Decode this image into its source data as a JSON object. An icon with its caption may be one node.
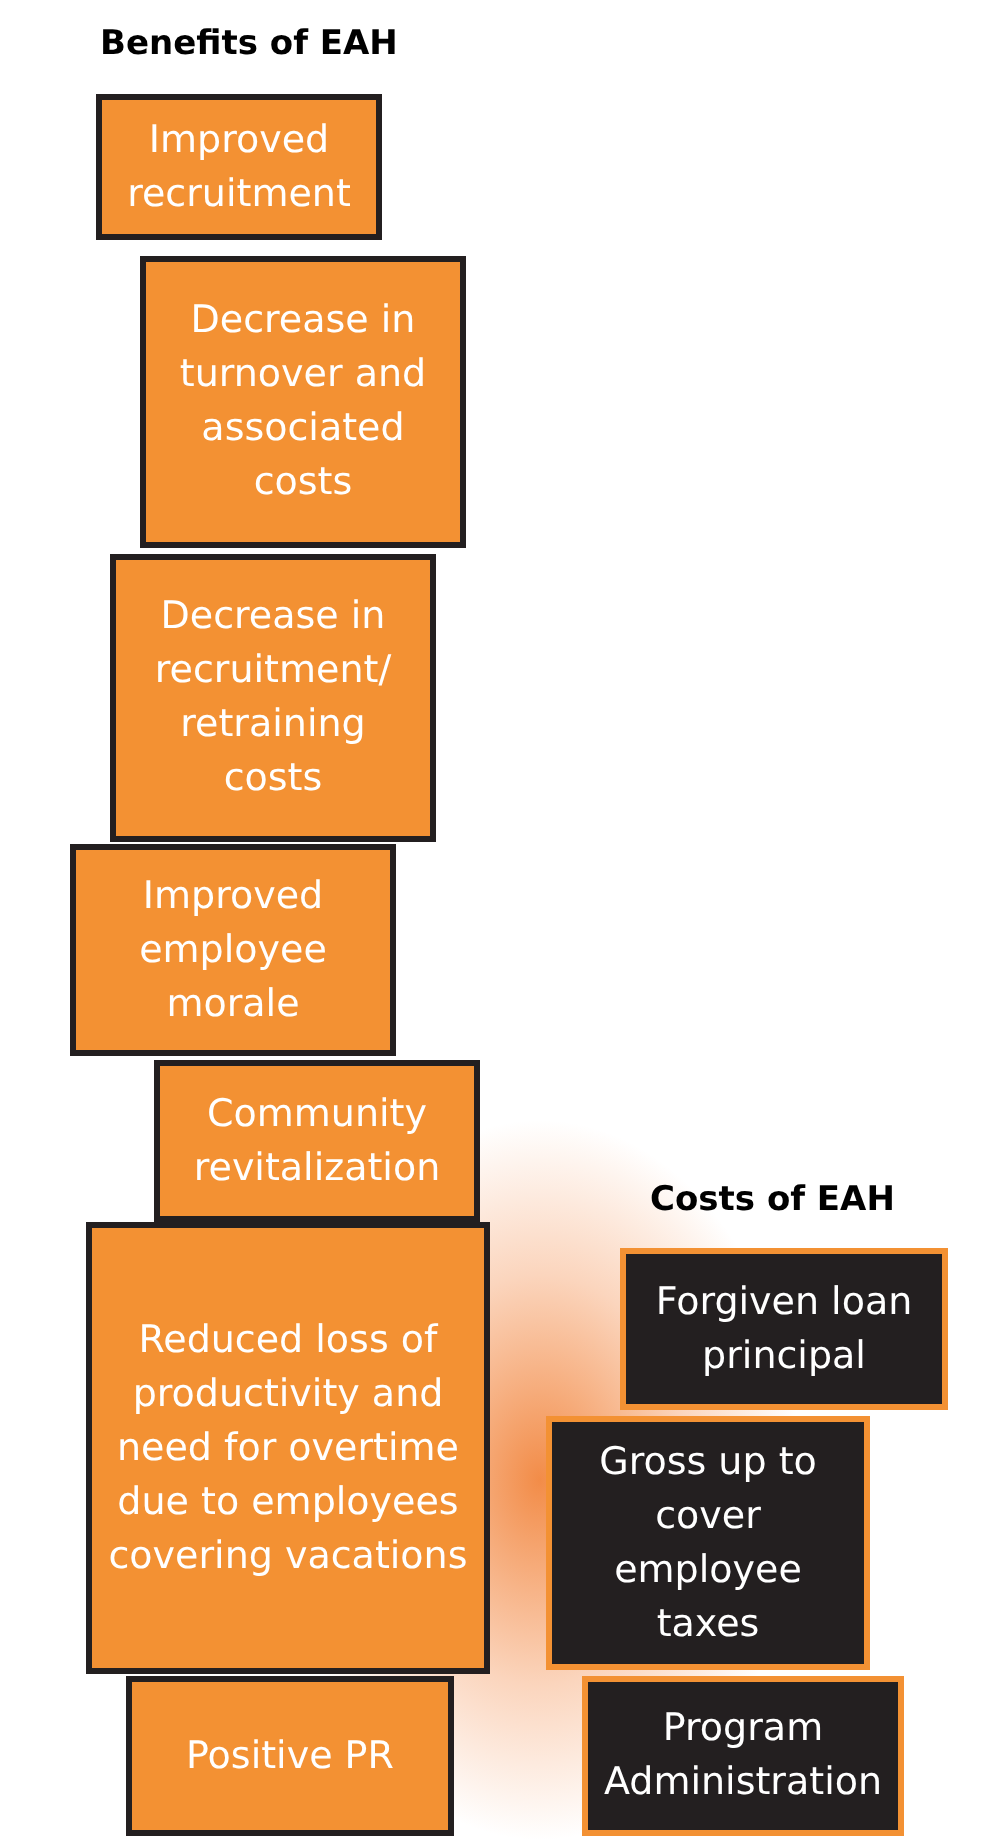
{
  "diagram": {
    "nodes": [
      {
        "text": [
          "Improved recruitment"
        ]
      },
      {
        "text": [
          "Decrease in turnover and associated costs"
        ]
      },
      {
        "text": [
          "Decrease in recruitment/ retraining costs"
        ]
      },
      {
        "text": [
          "Improved employee morale"
        ]
      },
      {
        "text": [
          "Community revitalization"
        ]
      },
      {
        "text": [
          "Reduced loss of productivity and need for overtime due to employees covering vacations"
        ]
      },
      {
        "text": [
          "Positive PR"
        ]
      },
      {
        "text": [
          "Forgiven loan principal"
        ]
      },
      {
        "text": [
          "Gross up to cover employee taxes"
        ]
      },
      {
        "text": [
          "Program Administration"
        ]
      }
    ],
    "edges": [],
    "labels": [
      "Benefits of EAH",
      "Costs of EAH"
    ]
  }
}
